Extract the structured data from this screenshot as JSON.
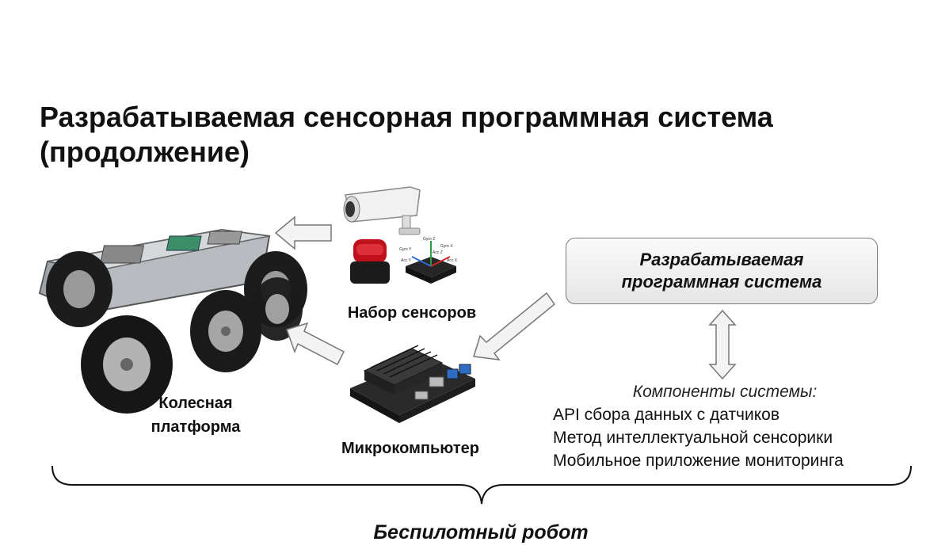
{
  "slide": {
    "title_line1": "Разрабатываемая сенсорная программная система",
    "title_line2": "(продолжение)"
  },
  "captions": {
    "wheeled_platform_line1": "Колесная",
    "wheeled_platform_line2": "платформа",
    "sensor_set": "Набор сенсоров",
    "microcomputer": "Микрокомпьютер"
  },
  "software_box": {
    "line1": "Разрабатываемая",
    "line2": "программная система"
  },
  "components": {
    "title": "Компоненты системы:",
    "items": [
      "API сбора данных с датчиков",
      "Метод интеллектуальной сенсорики",
      "Мобильное приложение мониторинга"
    ]
  },
  "footer": {
    "label": "Беспилотный робот"
  },
  "imu_labels": {
    "gyro_z": "Gyro Z",
    "gyro_x": "Gyro X",
    "gyro_y": "Gyro Y",
    "acc_z": "Acc Z",
    "acc_x": "Acc X",
    "acc_y": "Acc Y"
  }
}
